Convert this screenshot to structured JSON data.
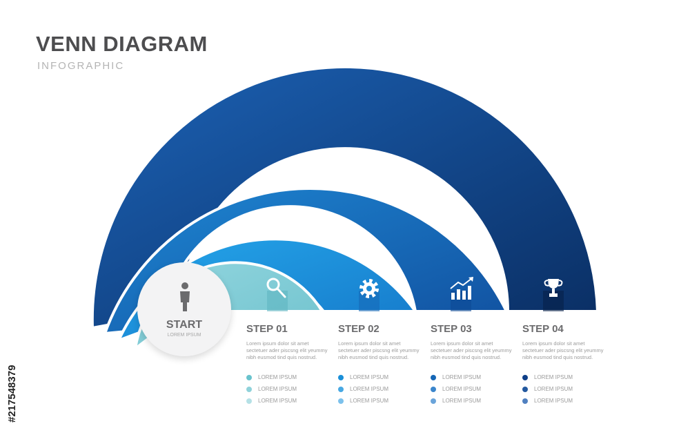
{
  "header": {
    "title": "VENN DIAGRAM",
    "subtitle": "INFOGRAPHIC"
  },
  "start": {
    "label": "START",
    "sub": "LOREM IPSUM",
    "icon": "person-icon"
  },
  "steps": [
    {
      "title": "STEP 01",
      "icon": "magnifier-icon",
      "description": "Lorem ipsum dolor sit amet sectetuer ader piscsng elit yeummy nibh eusmod tind quis nostrud.",
      "color": "#7fc9d2",
      "bullets": [
        {
          "label": "LOREM IPSUM",
          "color": "#69c3cd"
        },
        {
          "label": "LOREM IPSUM",
          "color": "#8fd2da"
        },
        {
          "label": "LOREM IPSUM",
          "color": "#b5e1e6"
        }
      ]
    },
    {
      "title": "STEP 02",
      "icon": "gear-icon",
      "description": "Lorem ipsum dolor sit amet sectetuer ader piscsng elit yeummy nibh eusmod tind quis nostrud.",
      "color": "#1f94db",
      "bullets": [
        {
          "label": "LOREM IPSUM",
          "color": "#1a8fd8"
        },
        {
          "label": "LOREM IPSUM",
          "color": "#47a8e3"
        },
        {
          "label": "LOREM IPSUM",
          "color": "#7cc1ec"
        }
      ]
    },
    {
      "title": "STEP 03",
      "icon": "growth-chart-icon",
      "description": "Lorem ipsum dolor sit amet sectetuer ader piscsng elit yeummy nibh eusmod tind quis nostrud.",
      "color": "#1a6fbf",
      "bullets": [
        {
          "label": "LOREM IPSUM",
          "color": "#1566b5"
        },
        {
          "label": "LOREM IPSUM",
          "color": "#3b86cc"
        },
        {
          "label": "LOREM IPSUM",
          "color": "#6aa4da"
        }
      ]
    },
    {
      "title": "STEP 04",
      "icon": "trophy-icon",
      "description": "Lorem ipsum dolor sit amet sectetuer ader piscsng elit yeummy nibh eusmod tind quis nostrud.",
      "color": "#0d3f86",
      "bullets": [
        {
          "label": "LOREM IPSUM",
          "color": "#0e3f88"
        },
        {
          "label": "LOREM IPSUM",
          "color": "#24599f"
        },
        {
          "label": "LOREM IPSUM",
          "color": "#5080c0"
        }
      ]
    }
  ],
  "watermark": "#217548379"
}
